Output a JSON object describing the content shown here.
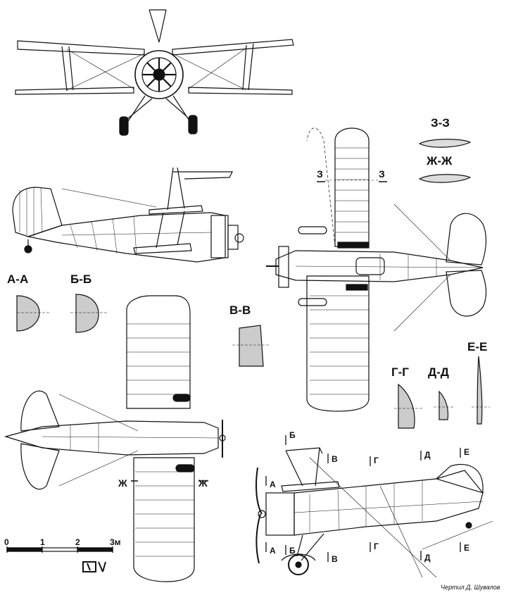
{
  "sections": {
    "a": "А-А",
    "b": "Б-Б",
    "v": "В-В",
    "g": "Г-Г",
    "d": "Д-Д",
    "e": "Е-Е",
    "z": "З-З",
    "zh": "Ж-Ж"
  },
  "markers": {
    "z": "З",
    "zh": "Ж",
    "a": "А",
    "b": "Б",
    "v": "В",
    "g": "Г",
    "d": "Д",
    "e": "Е"
  },
  "scale": {
    "ticks": [
      "0",
      "1",
      "2",
      "3м"
    ]
  },
  "credit": "Чертил Д. Шувалов",
  "colors": {
    "ink": "#111111",
    "paper": "#ffffff"
  }
}
